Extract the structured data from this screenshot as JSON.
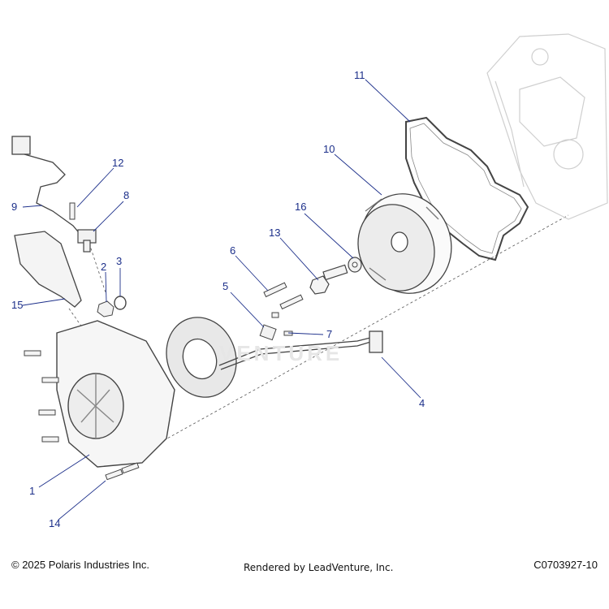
{
  "callouts": {
    "c1": "1",
    "c2": "2",
    "c3": "3",
    "c4": "4",
    "c5": "5",
    "c6": "6",
    "c7": "7",
    "c8": "8",
    "c9": "9",
    "c10": "10",
    "c11": "11",
    "c12": "12",
    "c13": "13",
    "c14": "14",
    "c15": "15",
    "c16": "16"
  },
  "footer": {
    "copyright": "© 2025 Polaris Industries Inc.",
    "rendered_by": "Rendered by LeadVenture, Inc.",
    "diagram_number": "C0703927-10"
  },
  "colors": {
    "callout": "#1c2f8a",
    "leader": "#1c2f8a",
    "part_stroke": "#444444"
  }
}
